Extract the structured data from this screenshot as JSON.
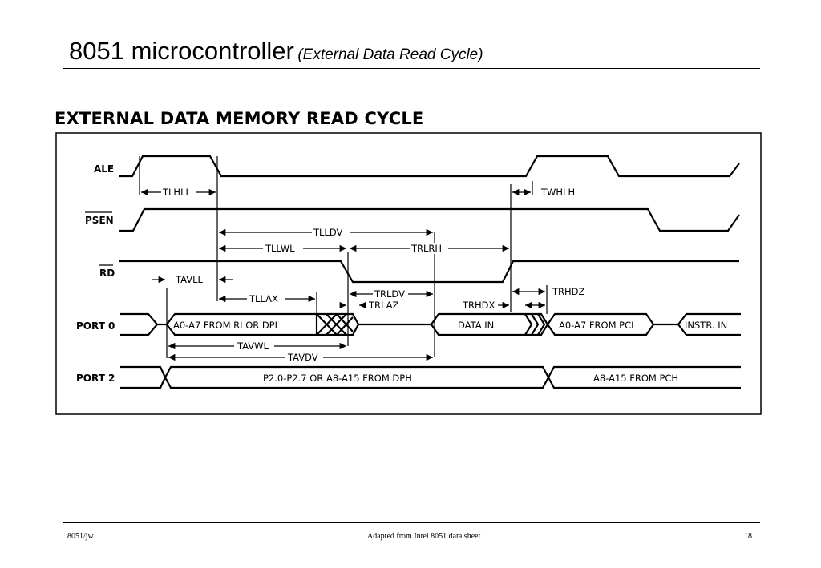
{
  "title": {
    "main": "8051 microcontroller",
    "sub": "(External Data Read Cycle)"
  },
  "diagram": {
    "heading": "EXTERNAL DATA MEMORY READ CYCLE",
    "signals": {
      "ale": "ALE",
      "psen": "PSEN",
      "rd": "RD",
      "port0": "PORT 0",
      "port2": "PORT 2"
    },
    "bus": {
      "p0_addr": "A0-A7 FROM RI OR DPL",
      "p0_data": "DATA IN",
      "p0_pcl": "A0-A7 FROM PCL",
      "p0_instr": "INSTR. IN",
      "p2_dph": "P2.0-P2.7 OR A8-A15 FROM DPH",
      "p2_pch": "A8-A15 FROM PCH"
    },
    "timing": {
      "tlhll": "TLHLL",
      "twhlh": "TWHLH",
      "tlldv": "TLLDV",
      "tllwl": "TLLWL",
      "trlrh": "TRLRH",
      "tavll": "TAVLL",
      "tllax": "TLLAX",
      "trldv": "TRLDV",
      "trlaz": "TRLAZ",
      "trhdx": "TRHDX",
      "trhdz": "TRHDZ",
      "tavwl": "TAVWL",
      "tavdv": "TAVDV"
    }
  },
  "footer": {
    "left": "8051/jw",
    "center": "Adapted from Intel 8051 data sheet",
    "page": "18"
  }
}
